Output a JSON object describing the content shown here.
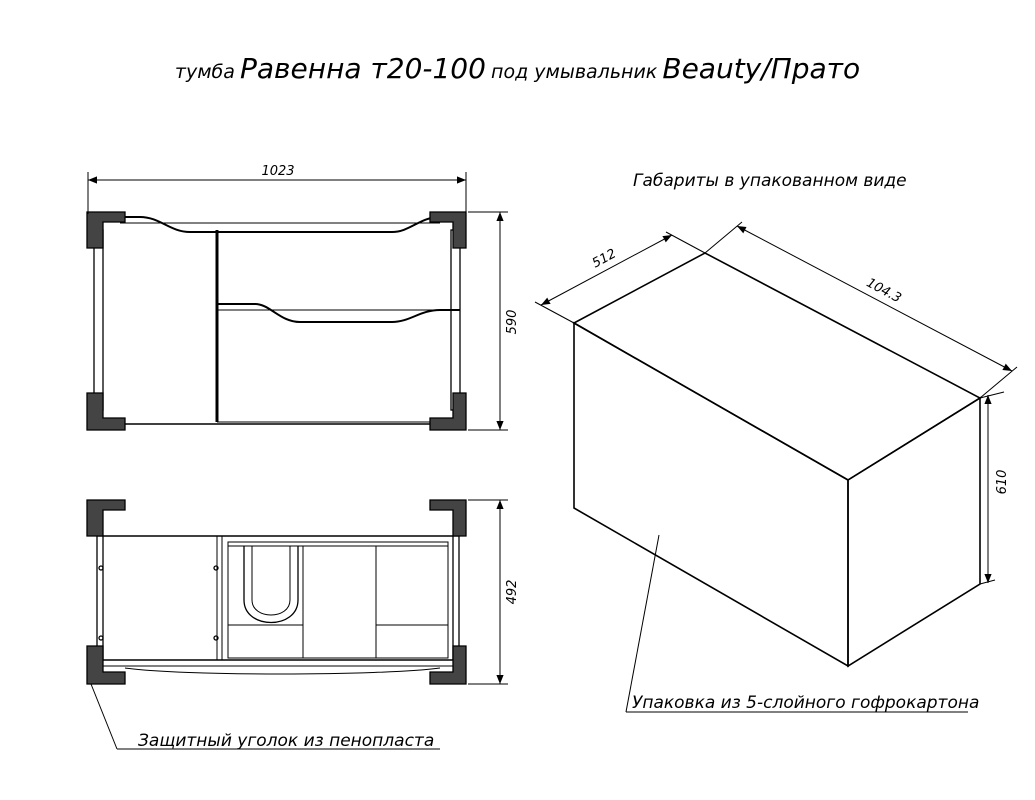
{
  "title": {
    "part1": "тумба",
    "part2": "Равенна т20-100",
    "part3": "под умывальник",
    "part4": "Beauty/Прато"
  },
  "packed_label": "Габариты в упакованном виде",
  "dimensions": {
    "front_width": "1023",
    "front_height": "590",
    "top_depth": "492",
    "box_depth": "512",
    "box_length": "104.3",
    "box_height": "610"
  },
  "labels": {
    "packaging": "Упаковка из 5-слойного гофрокартона",
    "corner": "Защитный уголок из пенопласта"
  }
}
